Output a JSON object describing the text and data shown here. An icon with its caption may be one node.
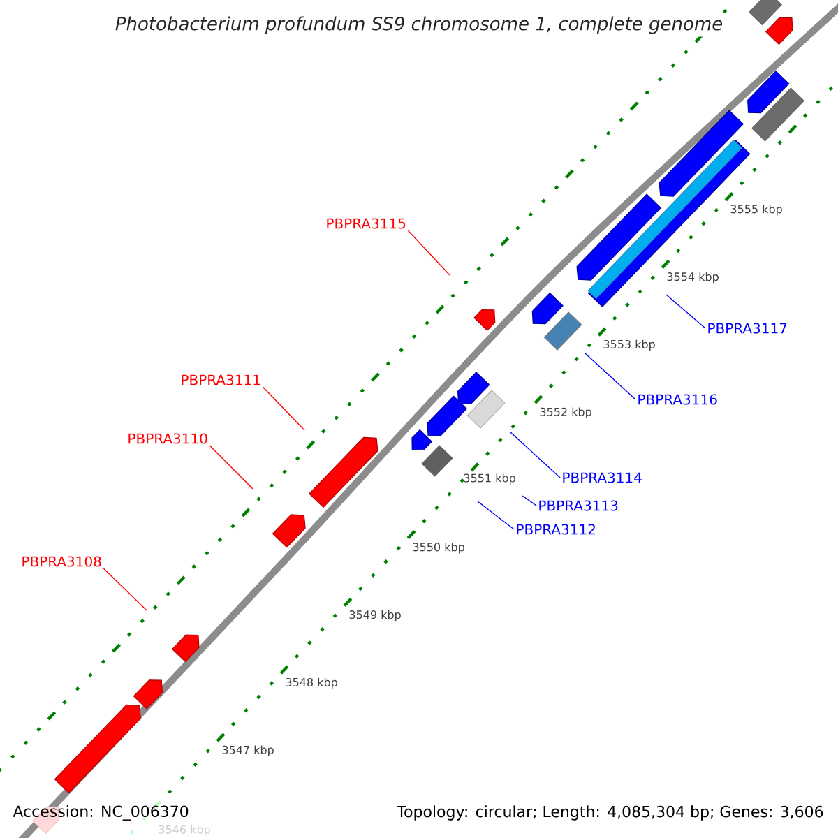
{
  "diagram": {
    "title": "Photobacterium profundum SS9 chromosome 1, complete genome",
    "nodes": [
      {
        "text": [
          "PBPRA3115"
        ]
      },
      {
        "text": [
          "PBPRA3111"
        ]
      },
      {
        "text": [
          "PBPRA3110"
        ]
      },
      {
        "text": [
          "PBPRA3108"
        ]
      },
      {
        "text": [
          "PBPRA3117"
        ]
      },
      {
        "text": [
          "PBPRA3116"
        ]
      },
      {
        "text": [
          "PBPRA3114"
        ]
      },
      {
        "text": [
          "PBPRA3113"
        ]
      },
      {
        "text": [
          "PBPRA3112"
        ]
      }
    ],
    "edges": [
      {
        "from": 0,
        "to": null,
        "arrow": "none",
        "color": "#ff0000"
      },
      {
        "from": 1,
        "to": null,
        "arrow": "none",
        "color": "#ff0000"
      },
      {
        "from": 2,
        "to": null,
        "arrow": "none",
        "color": "#ff0000"
      },
      {
        "from": 3,
        "to": null,
        "arrow": "none",
        "color": "#ff0000"
      },
      {
        "from": 4,
        "to": null,
        "arrow": "none"
      },
      {
        "from": 5,
        "to": null,
        "arrow": "none"
      },
      {
        "from": 6,
        "to": null,
        "arrow": "none"
      },
      {
        "from": 7,
        "to": null,
        "arrow": "none"
      },
      {
        "from": 8,
        "to": null,
        "arrow": "none"
      }
    ],
    "labels": [
      "3555 kbp",
      "3554 kbp",
      "3553 kbp",
      "3552 kbp",
      "3551 kbp",
      "3550 kbp",
      "3549 kbp",
      "3548 kbp",
      "3547 kbp",
      "3546 kbp",
      "Accession: NC_006370",
      "Topology: circular; Length: 4,085,304 bp; Genes: 3,606"
    ]
  }
}
